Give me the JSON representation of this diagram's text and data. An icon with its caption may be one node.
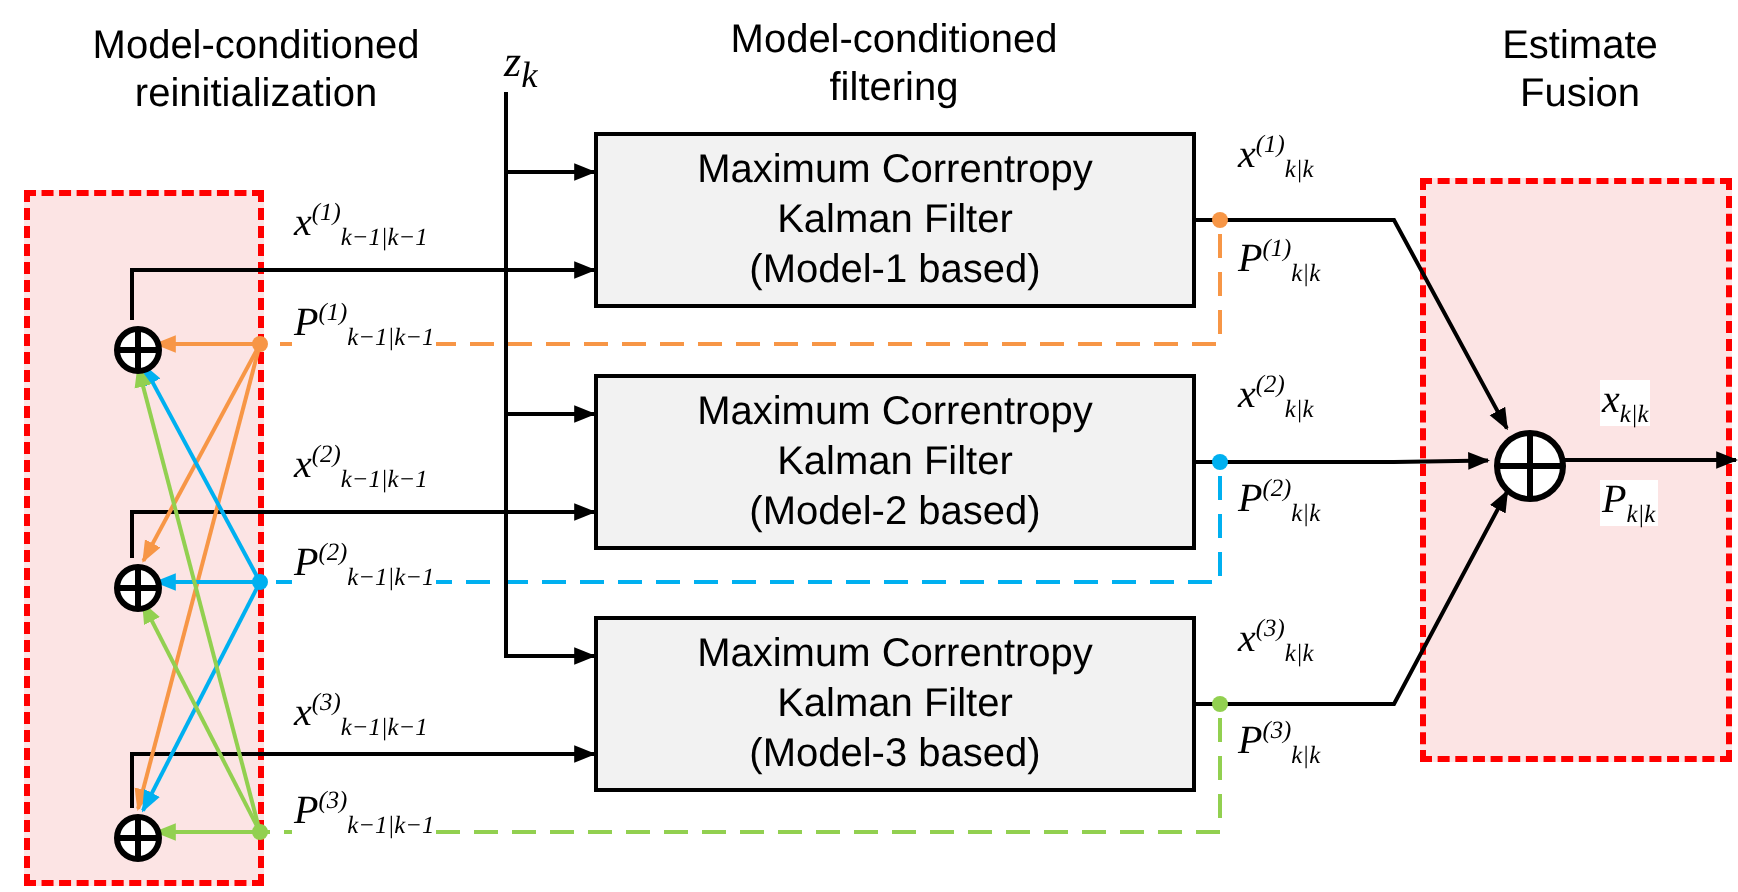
{
  "diagram": {
    "nodes": [
      {
        "text": [
          "Model-conditioned reinitialization"
        ]
      },
      {
        "text": [],
        "shape": "circle",
        "in": 0
      },
      {
        "text": [],
        "shape": "circle",
        "in": 0
      },
      {
        "text": [],
        "shape": "circle",
        "in": 0
      },
      {
        "text": [
          "z$_{k}$"
        ]
      },
      {
        "text": [
          "Maximum Correntropy Kalman Filter (Model-1 based)"
        ]
      },
      {
        "text": [
          "Maximum Correntropy Kalman Filter (Model-2 based)"
        ]
      },
      {
        "text": [
          "Maximum Correntropy Kalman Filter (Model-3 based)"
        ]
      },
      {
        "text": [
          "Estimate Fusion"
        ]
      },
      {
        "text": [],
        "shape": "circle",
        "in": 8
      }
    ],
    "edges": [
      {
        "from": 4,
        "to": 5,
        "arrow": "to"
      },
      {
        "from": 4,
        "to": 6,
        "arrow": "to"
      },
      {
        "from": 4,
        "to": 7,
        "arrow": "to"
      },
      {
        "from": 1,
        "to": 5,
        "arrow": "to",
        "label": "x$^{(1)}$$_{k−1|k−1}$"
      },
      {
        "from": 2,
        "to": 6,
        "arrow": "to",
        "label": "x$^{(2)}$$_{k−1|k−1}$"
      },
      {
        "from": 3,
        "to": 7,
        "arrow": "to",
        "label": "x$^{(3)}$$_{k−1|k−1}$"
      },
      {
        "from": 5,
        "to": 9,
        "arrow": "to",
        "label": "x$^{(1)}$$_{k|k}$"
      },
      {
        "from": 6,
        "to": 9,
        "arrow": "to",
        "label": "x$^{(2)}$$_{k|k}$"
      },
      {
        "from": 7,
        "to": 9,
        "arrow": "to",
        "label": "x$^{(3)}$$_{k|k}$"
      },
      {
        "from": 9,
        "to": null,
        "arrow": "to",
        "label": "x$_{k|k}$"
      },
      {
        "from": 5,
        "to": 1,
        "arrow": "to",
        "style": "dashed",
        "color": "#f79646"
      },
      {
        "from": 5,
        "to": 2,
        "arrow": "to",
        "style": "dashed",
        "color": "#f79646"
      },
      {
        "from": 5,
        "to": 3,
        "arrow": "to",
        "style": "dashed",
        "color": "#f79646"
      },
      {
        "from": 6,
        "to": 1,
        "arrow": "to",
        "style": "dashed",
        "color": "#00b0f0"
      },
      {
        "from": 6,
        "to": 2,
        "arrow": "to",
        "style": "dashed",
        "color": "#00b0f0"
      },
      {
        "from": 6,
        "to": 3,
        "arrow": "to",
        "style": "dashed",
        "color": "#00b0f0"
      },
      {
        "from": 7,
        "to": 1,
        "arrow": "to",
        "style": "dashed",
        "color": "#92d050"
      },
      {
        "from": 7,
        "to": 2,
        "arrow": "to",
        "style": "dashed",
        "color": "#92d050"
      },
      {
        "from": 7,
        "to": 3,
        "arrow": "to",
        "style": "dashed",
        "color": "#92d050"
      }
    ],
    "labels": [
      "Model-conditioned filtering",
      "P$^{(1)}$$_{k−1|k−1}$",
      "P$^{(2)}$$_{k−1|k−1}$",
      "P$^{(3)}$$_{k−1|k−1}$",
      "P$^{(1)}$$_{k|k}$",
      "P$^{(2)}$$_{k|k}$",
      "P$^{(3)}$$_{k|k}$",
      "P$_{k|k}$"
    ]
  }
}
